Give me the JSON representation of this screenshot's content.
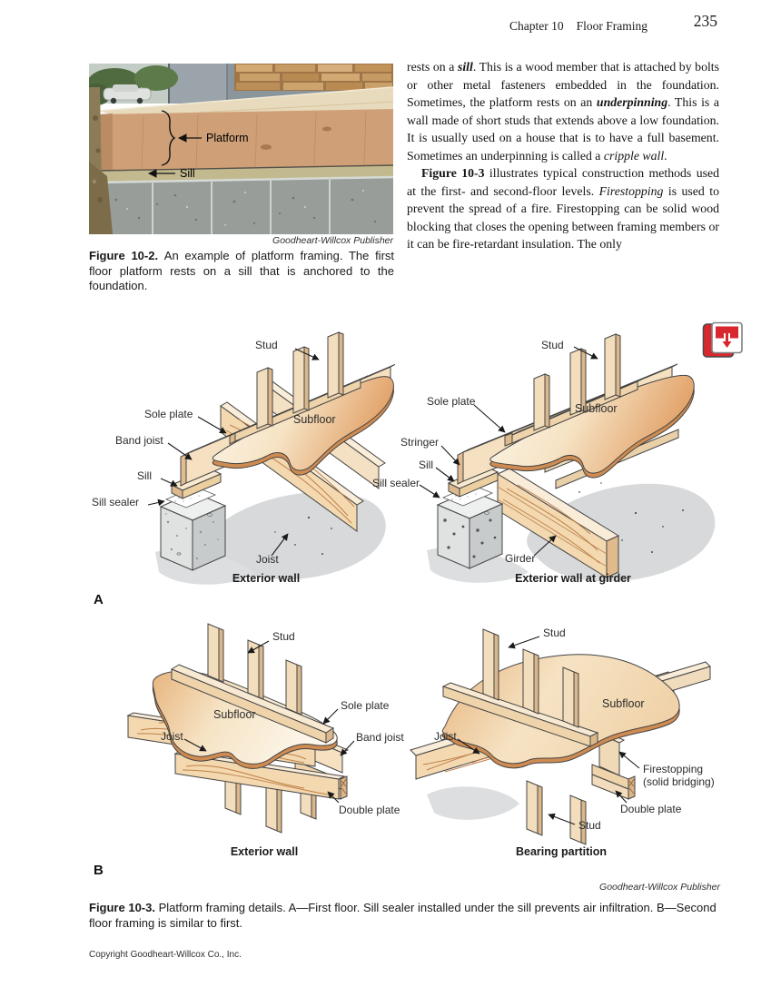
{
  "header": {
    "chapter": "Chapter 10",
    "title": "Floor Framing",
    "page_number": "235"
  },
  "photo": {
    "labels": {
      "platform": "Platform",
      "sill": "Sill"
    },
    "credit": "Goodheart-Willcox Publisher"
  },
  "fig2_caption": {
    "segments": [
      {
        "t": "Figure 10-2. ",
        "s": "b"
      },
      {
        "t": "An example of platform framing. The first floor platform rests on a sill that is anchored to the foundation.",
        "s": ""
      }
    ]
  },
  "body": {
    "para1": {
      "segments": [
        {
          "t": "rests on a ",
          "s": ""
        },
        {
          "t": "sill",
          "s": "bi"
        },
        {
          "t": ". This is a wood member that is attached by bolts or other metal fasteners embedded in the foundation. Sometimes, the platform rests on an ",
          "s": ""
        },
        {
          "t": "underpinning",
          "s": "bi"
        },
        {
          "t": ". This is a wall made of short studs that extends above a low foundation. It is usually used on a house that is to have a full basement. Sometimes an underpinning is called a ",
          "s": ""
        },
        {
          "t": "cripple wall",
          "s": "i"
        },
        {
          "t": ".",
          "s": ""
        }
      ]
    },
    "para2": {
      "segments": [
        {
          "t": "Figure 10-3",
          "s": "b"
        },
        {
          "t": " illustrates typical construction methods used at the first- and second-floor levels. ",
          "s": ""
        },
        {
          "t": "Firestopping",
          "s": "i"
        },
        {
          "t": " is used to prevent the spread of a fire. Firestopping can be solid wood blocking that closes the opening between framing members or it can be fire-retardant insulation. The only",
          "s": ""
        }
      ]
    }
  },
  "fig3": {
    "a_left": {
      "labels": {
        "stud": "Stud",
        "sole_plate": "Sole plate",
        "band_joist": "Band joist",
        "sill": "Sill",
        "sill_sealer": "Sill sealer",
        "subfloor": "Subfloor",
        "joist": "Joist"
      },
      "caption": "Exterior wall"
    },
    "a_right": {
      "labels": {
        "stud": "Stud",
        "sole_plate": "Sole plate",
        "stringer": "Stringer",
        "sill": "Sill",
        "sill_sealer": "Sill sealer",
        "subfloor": "Subfloor",
        "girder": "Girder"
      },
      "caption": "Exterior wall at girder"
    },
    "b_left": {
      "labels": {
        "stud": "Stud",
        "subfloor": "Subfloor",
        "joist": "Joist",
        "sole_plate": "Sole plate",
        "band_joist": "Band joist",
        "double_plate": "Double plate"
      },
      "caption": "Exterior wall"
    },
    "b_right": {
      "labels": {
        "stud_top": "Stud",
        "subfloor": "Subfloor",
        "joist": "Joist",
        "firestopping_1": "Firestopping",
        "firestopping_2": "(solid bridging)",
        "double_plate": "Double plate",
        "stud_bottom": "Stud"
      },
      "caption": "Bearing partition"
    },
    "letter_a": "A",
    "letter_b": "B",
    "credit": "Goodheart-Willcox Publisher",
    "caption": {
      "segments": [
        {
          "t": "Figure 10-3. ",
          "s": "b"
        },
        {
          "t": "Platform framing details. A—First floor. Sill sealer installed under the sill prevents air infiltration. B—Second floor framing is similar to first.",
          "s": ""
        }
      ]
    }
  },
  "footer": {
    "copyright": "Copyright Goodheart-Willcox Co., Inc."
  },
  "colors": {
    "accent_red": "#d9272e",
    "wood_light": "#f5e0c1",
    "wood_mid": "#eed3ab",
    "wood_dark": "#dbb88b",
    "outline": "#454545",
    "concrete": "#e0e2e2",
    "shadow_gray": "#d7d9db"
  }
}
